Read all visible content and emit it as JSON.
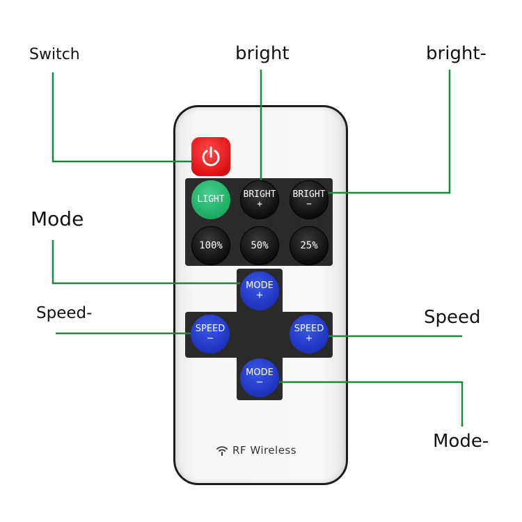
{
  "callouts": {
    "switch": "Switch",
    "bright_plus": "bright",
    "bright_minus": "bright-",
    "mode": "Mode",
    "speed_minus": "Speed-",
    "speed_plus": "Speed",
    "mode_minus": "Mode-"
  },
  "remote": {
    "power_icon": "power-icon",
    "buttons": {
      "light": "LIGHT",
      "bright_plus": {
        "line1": "BRIGHT",
        "line2": "+"
      },
      "bright_minus": {
        "line1": "BRIGHT",
        "line2": "−"
      },
      "p100": "100%",
      "p50": "50%",
      "p25": "25%",
      "mode_plus": {
        "line1": "MODE",
        "line2": "+"
      },
      "speed_minus": {
        "line1": "SPEED",
        "line2": "−"
      },
      "speed_plus": {
        "line1": "SPEED",
        "line2": "+"
      },
      "mode_minus": {
        "line1": "MODE",
        "line2": "−"
      }
    },
    "footer": {
      "icon": "wifi-icon",
      "text": "RF Wireless"
    }
  },
  "colors": {
    "leader_lines": "#1a8a3a",
    "power_button": "#e01818",
    "light_button": "#1fae66",
    "blue_buttons": "#2238c4",
    "black_buttons": "#141414"
  }
}
